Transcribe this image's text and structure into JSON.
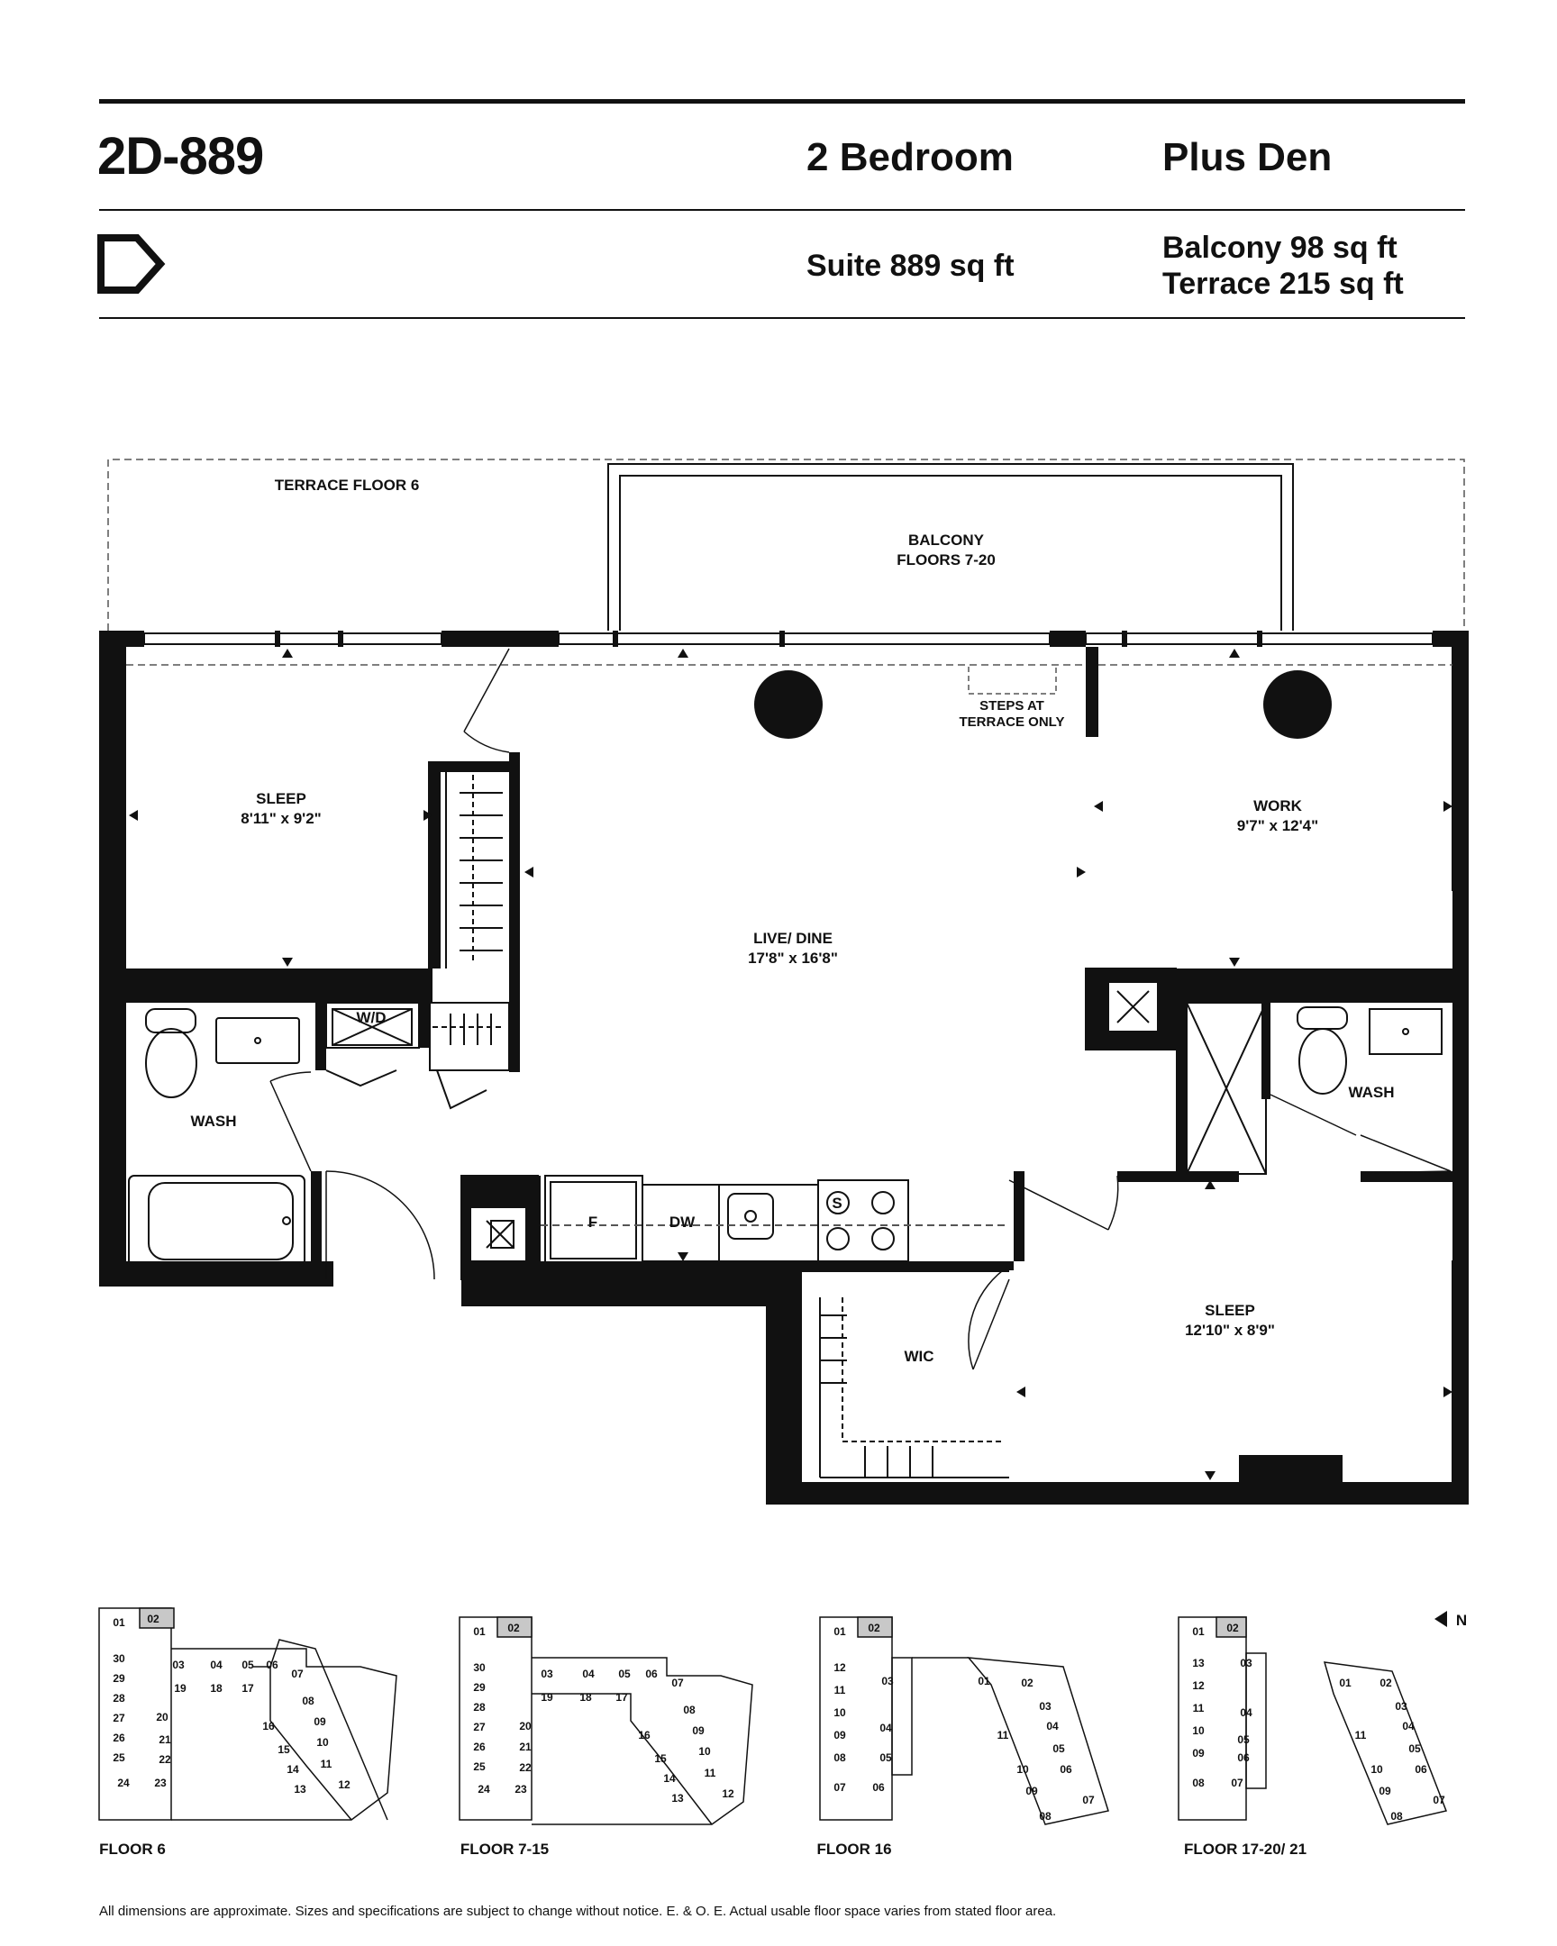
{
  "header": {
    "suite_code": "2D-889",
    "bedrooms": "2 Bedroom",
    "extra": "Plus Den",
    "suite_area": "Suite 889 sq ft",
    "balcony_area": "Balcony 98 sq ft",
    "terrace_area": "Terrace 215 sq ft"
  },
  "plan": {
    "terrace": "TERRACE FLOOR 6",
    "balcony_line1": "BALCONY",
    "balcony_line2": "FLOORS 7-20",
    "steps_line1": "STEPS AT",
    "steps_line2": "TERRACE ONLY",
    "sleep1_name": "SLEEP",
    "sleep1_dim": "8'11\" x 9'2\"",
    "live_name": "LIVE/ DINE",
    "live_dim": "17'8\" x 16'8\"",
    "work_name": "WORK",
    "work_dim": "9'7\" x 12'4\"",
    "wash1": "WASH",
    "wd": "W/D",
    "wash2": "WASH",
    "fridge": "F",
    "dishwasher": "DW",
    "stove": "S",
    "wic": "WIC",
    "sleep2_name": "SLEEP",
    "sleep2_dim": "12'10\" x 8'9\""
  },
  "keyplans": {
    "north": "N",
    "floor6": "FLOOR 6",
    "floor7_15": "FLOOR 7-15",
    "floor16": "FLOOR 16",
    "floor17_21": "FLOOR 17-20/ 21",
    "kp1": [
      "01",
      "02",
      "30",
      "29",
      "28",
      "27",
      "26",
      "25",
      "24",
      "23",
      "22",
      "21",
      "20",
      "19",
      "18",
      "17",
      "16",
      "15",
      "14",
      "13",
      "12",
      "11",
      "10",
      "09",
      "08",
      "07",
      "06",
      "05",
      "04",
      "03"
    ],
    "kp2": [
      "01",
      "02",
      "30",
      "29",
      "28",
      "27",
      "26",
      "25",
      "24",
      "23",
      "22",
      "21",
      "20",
      "19",
      "18",
      "17",
      "16",
      "15",
      "14",
      "13",
      "12",
      "11",
      "10",
      "09",
      "08",
      "07",
      "06",
      "05",
      "04",
      "03"
    ],
    "kp3": [
      "01",
      "02",
      "12",
      "11",
      "10",
      "09",
      "08",
      "07",
      "06",
      "05",
      "04",
      "03",
      "01",
      "02",
      "03",
      "04",
      "05",
      "06",
      "07",
      "08",
      "09",
      "10",
      "11"
    ],
    "kp4": [
      "01",
      "02",
      "13",
      "12",
      "11",
      "10",
      "09",
      "08",
      "07",
      "06",
      "05",
      "04",
      "03",
      "01",
      "02",
      "03",
      "04",
      "05",
      "06",
      "07",
      "08",
      "09",
      "10",
      "11"
    ]
  },
  "footer": {
    "disclaimer": "All dimensions are approximate. Sizes and specifications are subject to change without notice. E. & O. E. Actual usable floor space varies from stated floor area."
  },
  "colors": {
    "ink": "#111111",
    "highlight": "#c8c8c8"
  }
}
